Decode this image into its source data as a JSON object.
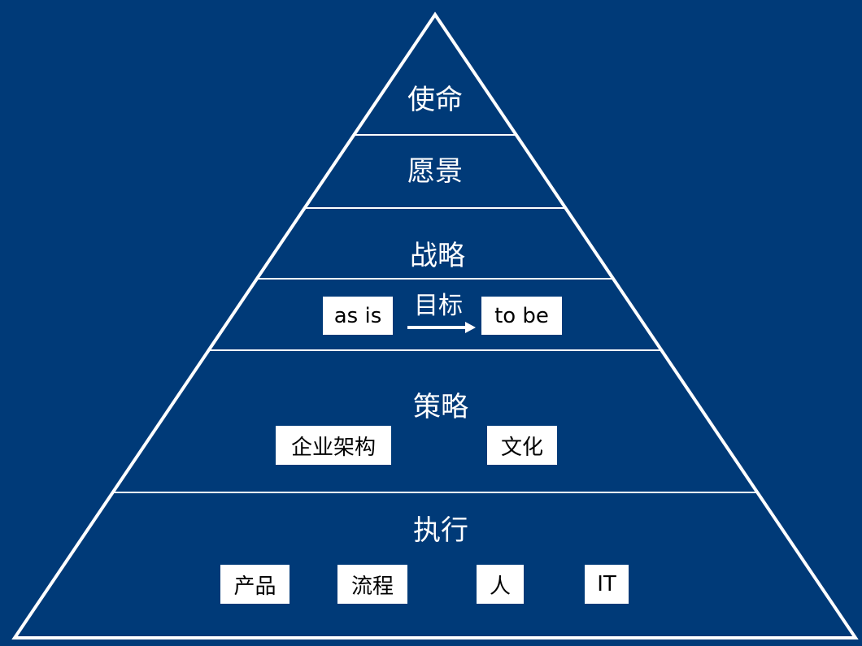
{
  "colors": {
    "background": "#003A78",
    "lines": "#FFFFFF",
    "box_fill": "#FFFFFF",
    "box_text": "#000000"
  },
  "pyramid": {
    "layers": [
      {
        "title": "使命"
      },
      {
        "title": "愿景"
      },
      {
        "title": "战略"
      },
      {
        "title": ""
      },
      {
        "title": "策略"
      },
      {
        "title": "执行"
      }
    ],
    "goal_row": {
      "from": "as is",
      "arrow_label": "目标",
      "to": "to be"
    },
    "strategy_items": [
      "企业架构",
      "文化"
    ],
    "execution_items": [
      "产品",
      "流程",
      "人",
      "IT"
    ]
  }
}
